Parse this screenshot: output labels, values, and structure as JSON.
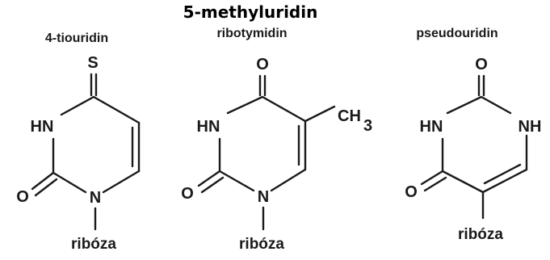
{
  "header": "5-methyluridin",
  "molecules": [
    {
      "name": "4-tiouridin",
      "atoms": {
        "S": "S",
        "HN": "HN",
        "O": "O",
        "N": "N"
      },
      "sugar": "ribóza"
    },
    {
      "name": "ribotymidin",
      "atoms": {
        "O_top": "O",
        "HN": "HN",
        "CH": "CH",
        "sub3": "3",
        "O": "O",
        "N": "N"
      },
      "sugar": "ribóza"
    },
    {
      "name": "pseudouridin",
      "atoms": {
        "O_top": "O",
        "HN": "HN",
        "NH": "NH",
        "O": "O"
      },
      "sugar": "ribóza"
    }
  ]
}
